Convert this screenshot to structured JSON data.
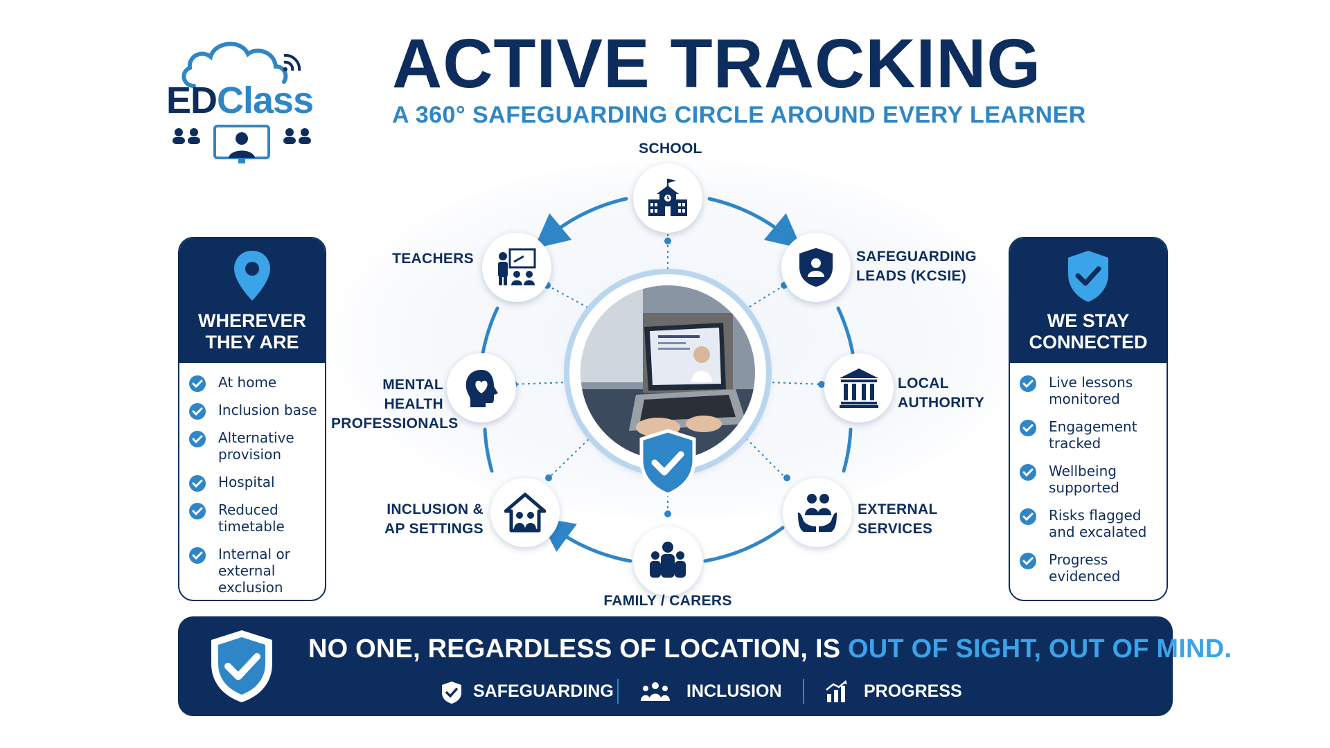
{
  "logo": {
    "text_ed": "ED",
    "text_class": "Class"
  },
  "header": {
    "title": "ACTIVE TRACKING",
    "subtitle": "A 360° SAFEGUARDING CIRCLE AROUND EVERY LEARNER"
  },
  "left_panel": {
    "title": "WHEREVER\nTHEY ARE",
    "icon": "location-pin-icon",
    "items": [
      "At home",
      "Inclusion base",
      "Alternative\nprovision",
      "Hospital",
      "Reduced\ntimetable",
      "Internal or\nexternal\nexclusion"
    ]
  },
  "right_panel": {
    "title": "WE STAY\nCONNECTED",
    "icon": "shield-check-icon",
    "items": [
      "Live lessons\nmonitored",
      "Engagement\ntracked",
      "Wellbeing\nsupported",
      "Risks flagged\nand excalated",
      "Progress\nevidenced"
    ]
  },
  "diagram": {
    "nodes": {
      "school": "SCHOOL",
      "teachers": "TEACHERS",
      "safeguarding": "SAFEGUARDING\nLEADS (KCSIE)",
      "mental_health": "MENTAL HEALTH\nPROFESSIONALS",
      "local_authority": "LOCAL\nAUTHORITY",
      "inclusion": "INCLUSION &\nAP SETTINGS",
      "external": "EXTERNAL\nSERVICES",
      "family": "FAMILY / CARERS"
    }
  },
  "banner": {
    "text_main": "NO ONE, REGARDLESS OF LOCATION, IS ",
    "text_highlight": "OUT OF SIGHT, OUT OF MIND.",
    "pills": [
      "SAFEGUARDING",
      "INCLUSION",
      "PROGRESS"
    ]
  },
  "colors": {
    "navy": "#0d2d5e",
    "blue": "#2f86c7",
    "light_blue": "#3ba3e8"
  }
}
